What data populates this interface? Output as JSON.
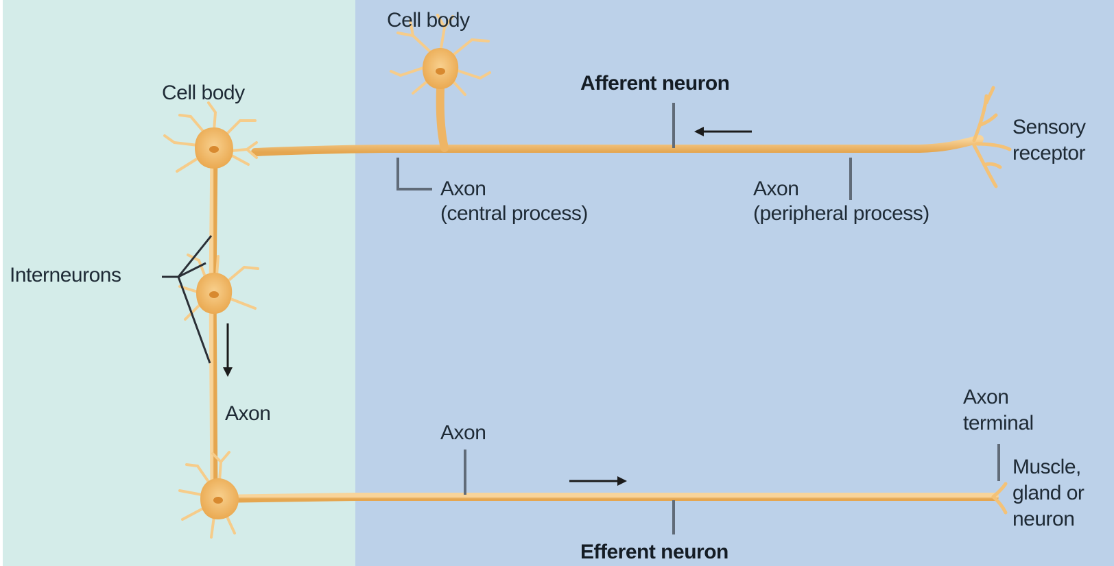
{
  "labels": {
    "cell_body_left": "Cell body",
    "cell_body_top": "Cell body",
    "afferent_neuron": "Afferent neuron",
    "sensory_receptor_1": "Sensory",
    "sensory_receptor_2": "receptor",
    "axon_central_1": "Axon",
    "axon_central_2": "(central process)",
    "axon_peripheral_1": "Axon",
    "axon_peripheral_2": "(peripheral process)",
    "interneurons": "Interneurons",
    "axon_vertical": "Axon",
    "axon_efferent": "Axon",
    "axon_terminal_1": "Axon",
    "axon_terminal_2": "terminal",
    "effector_1": "Muscle,",
    "effector_2": "gland or",
    "effector_3": "neuron",
    "efferent_neuron": "Efferent neuron"
  },
  "colors": {
    "cns_region": "#d4ece9",
    "pns_region": "#bcd1e9",
    "neuron_fill": "#f4c277",
    "neuron_dark": "#e3a24a",
    "nucleus": "#d8892f",
    "leader_line": "#606b78",
    "arrow": "#1b1b1b"
  },
  "icons": {
    "neuron": "neuron-cell-body-icon",
    "direction": "arrow-icon"
  }
}
